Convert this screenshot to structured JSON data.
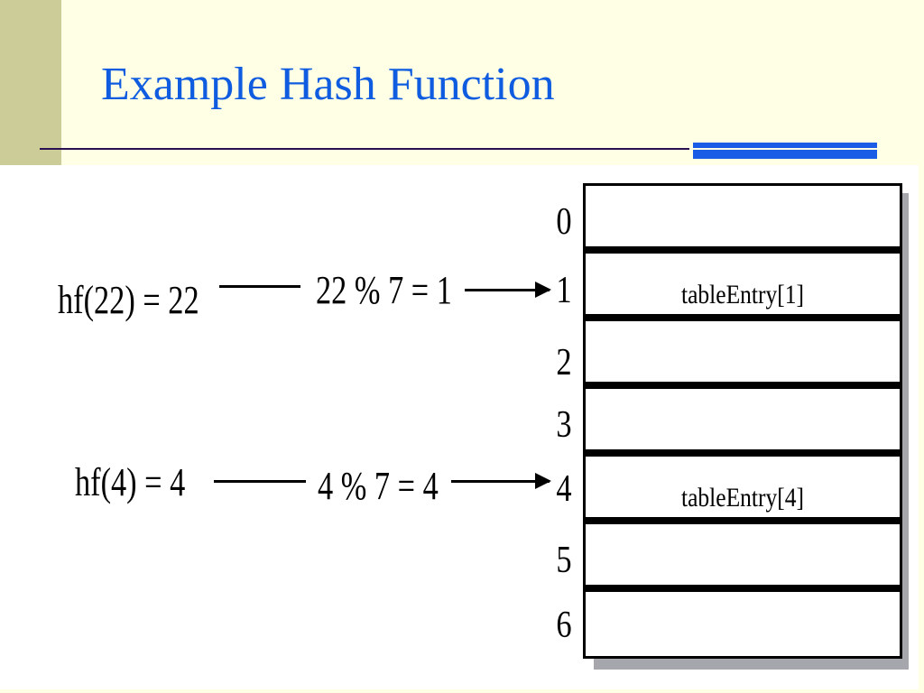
{
  "title": "Example Hash Function",
  "colors": {
    "title": "#0f5ce0",
    "accent_bar": "#1a5ce6",
    "left_bar": "#cccc99",
    "rule": "#2a1050",
    "background": "#ffffe5",
    "table_shadow": "#a6a6ad"
  },
  "examples": [
    {
      "function": "hf(22) = 22",
      "modulo": "22 % 7 = 1",
      "target_index": 1
    },
    {
      "function": "hf(4) = 4",
      "modulo": "4 % 7 = 4",
      "target_index": 4
    }
  ],
  "table": {
    "indices": [
      "0",
      "1",
      "2",
      "3",
      "4",
      "5",
      "6"
    ],
    "entries": [
      "",
      "tableEntry[1]",
      "",
      "",
      "tableEntry[4]",
      "",
      ""
    ]
  }
}
